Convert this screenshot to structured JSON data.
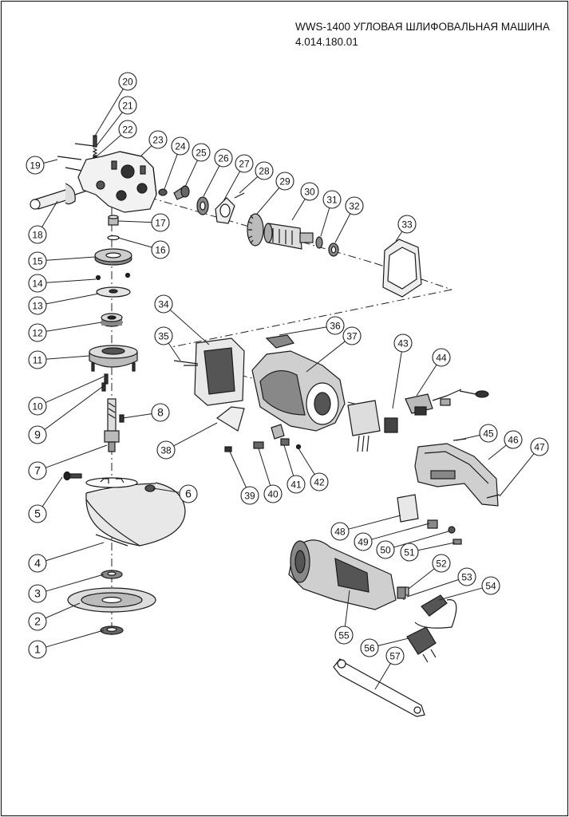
{
  "header": {
    "title": "WWS-1400 УГЛОВАЯ ШЛИФОВАЛЬНАЯ МАШИНА",
    "code": "4.014.180.01"
  },
  "callouts": [
    "1",
    "2",
    "3",
    "4",
    "5",
    "6",
    "7",
    "8",
    "9",
    "10",
    "11",
    "12",
    "13",
    "14",
    "15",
    "16",
    "17",
    "18",
    "19",
    "20",
    "21",
    "22",
    "23",
    "24",
    "25",
    "26",
    "27",
    "28",
    "29",
    "30",
    "31",
    "32",
    "33",
    "34",
    "35",
    "36",
    "37",
    "38",
    "39",
    "40",
    "41",
    "42",
    "43",
    "44",
    "45",
    "46",
    "47",
    "48",
    "49",
    "50",
    "51",
    "52",
    "53",
    "54",
    "55",
    "56",
    "57"
  ]
}
